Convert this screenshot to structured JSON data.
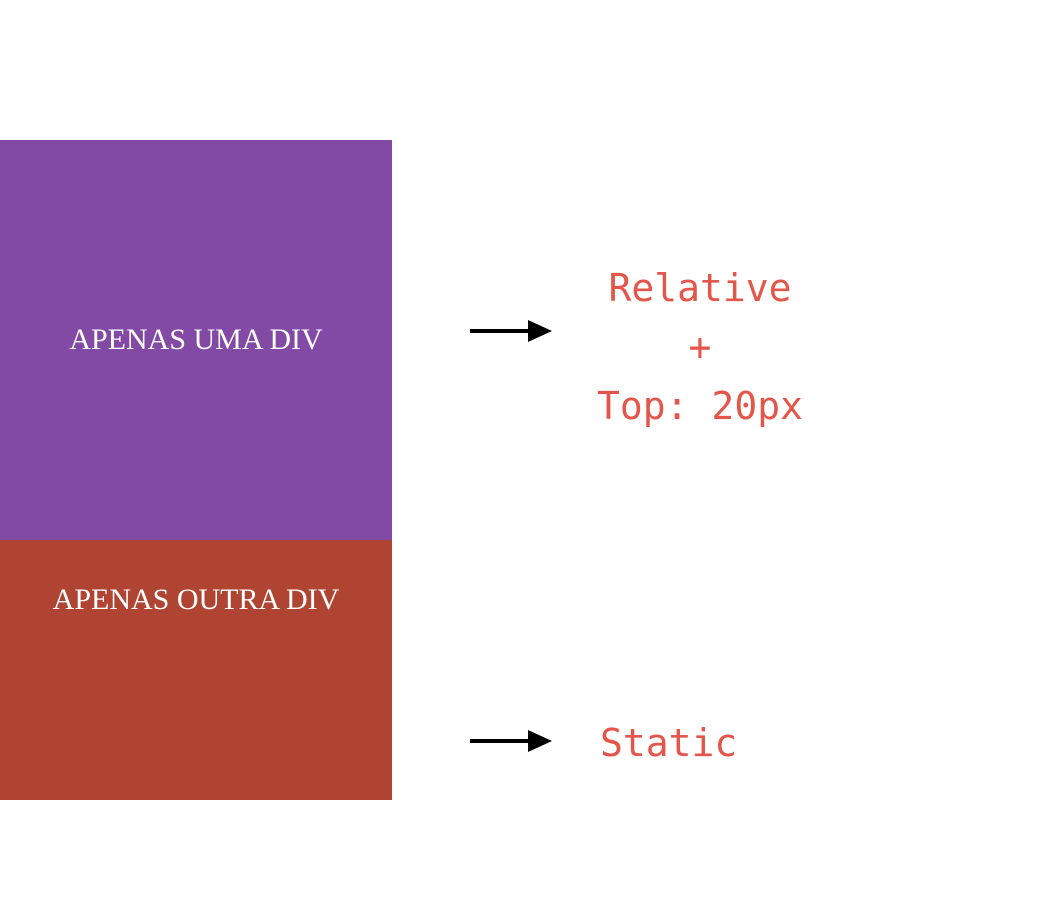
{
  "boxes": {
    "first": {
      "label": "APENAS UMA DIV",
      "color": "#834aa5"
    },
    "second": {
      "label": "APENAS OUTRA DIV",
      "color": "#b04432"
    }
  },
  "annotations": {
    "relative": {
      "line1": "Relative",
      "line2": "+",
      "line3": "Top: 20px"
    },
    "static": {
      "line1": "Static"
    },
    "text_color": "#e4564a",
    "arrow_icon": "right-arrow-icon"
  }
}
